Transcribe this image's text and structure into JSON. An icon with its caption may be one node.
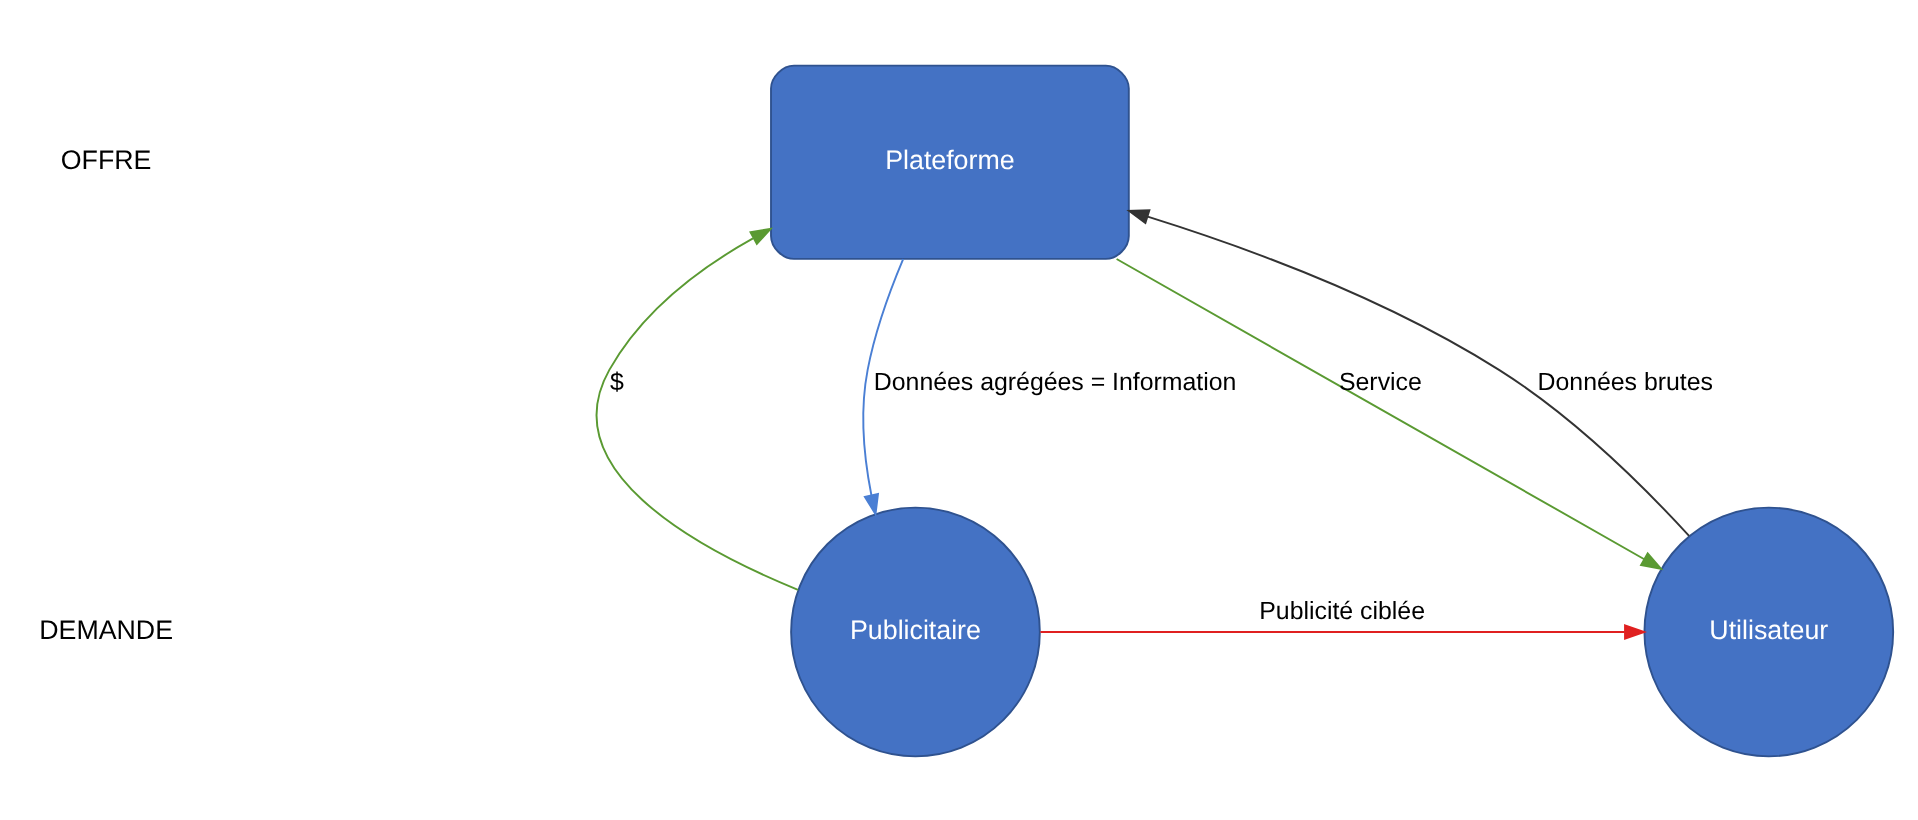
{
  "diagram": {
    "nodes": [
      {
        "text": [
          "Plateforme"
        ]
      },
      {
        "text": [
          "Publicitaire"
        ]
      },
      {
        "text": [
          "Utilisateur"
        ]
      }
    ],
    "edges": [
      {
        "from": 1,
        "to": 0,
        "arrow": "to",
        "label": "$",
        "color": "#5a9a32"
      },
      {
        "from": 0,
        "to": 1,
        "arrow": "to",
        "label": "Données agrégées = Information",
        "color": "#4a7fd4"
      },
      {
        "from": 0,
        "to": 2,
        "arrow": "to",
        "label": "Service",
        "color": "#5a9a32"
      },
      {
        "from": 2,
        "to": 0,
        "arrow": "to",
        "label": "Données brutes",
        "color": "#333333"
      },
      {
        "from": 1,
        "to": 2,
        "arrow": "to",
        "label": "Publicité ciblée",
        "color": "#e02020"
      }
    ],
    "labels": [
      "OFFRE",
      "DEMANDE"
    ]
  }
}
